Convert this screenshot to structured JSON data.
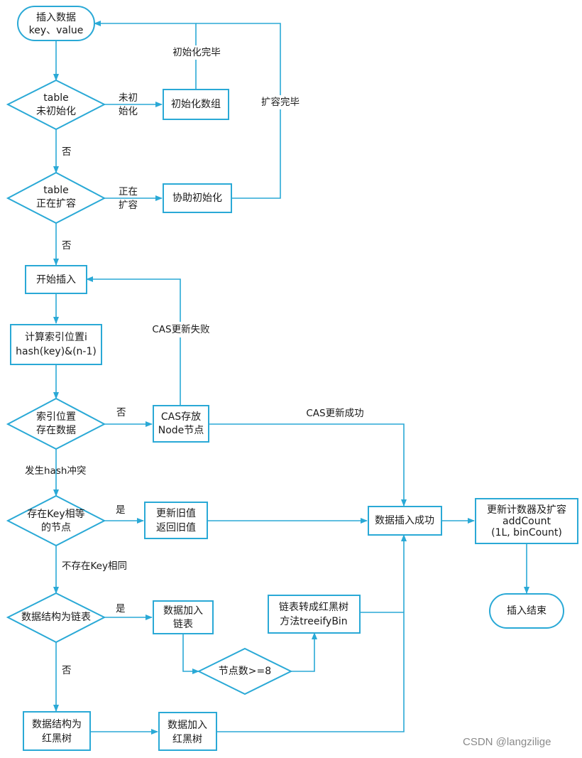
{
  "nodes": {
    "start": {
      "lines": [
        "插入数据",
        "key、value"
      ]
    },
    "check_init": {
      "lines": [
        "table",
        "未初始化"
      ]
    },
    "init_array": {
      "lines": [
        "初始化数组"
      ]
    },
    "check_resize": {
      "lines": [
        "table",
        "正在扩容"
      ]
    },
    "help_resize": {
      "lines": [
        "协助初始化"
      ]
    },
    "begin_insert": {
      "lines": [
        "开始插入"
      ]
    },
    "calc_index": {
      "lines": [
        "计算索引位置i",
        "hash(key)&(n-1)"
      ]
    },
    "check_exists": {
      "lines": [
        "索引位置",
        "存在数据"
      ]
    },
    "cas_put": {
      "lines": [
        "CAS存放",
        "Node节点"
      ]
    },
    "check_key": {
      "lines": [
        "存在Key相等",
        "的节点"
      ]
    },
    "update_old": {
      "lines": [
        "更新旧值",
        "返回旧值"
      ]
    },
    "insert_ok": {
      "lines": [
        "数据插入成功"
      ]
    },
    "update_count": {
      "lines": [
        "更新计数器及扩容",
        "addCount",
        "(1L, binCount)"
      ]
    },
    "check_list": {
      "lines": [
        "数据结构为链表"
      ]
    },
    "add_list": {
      "lines": [
        "数据加入",
        "链表"
      ]
    },
    "treeify": {
      "lines": [
        "链表转成红黑树",
        "方法treeifyBin"
      ]
    },
    "check_nodes": {
      "lines": [
        "节点数>=8"
      ]
    },
    "insert_end": {
      "lines": [
        "插入结束"
      ]
    },
    "is_rbtree": {
      "lines": [
        "数据结构为",
        "红黑树"
      ]
    },
    "add_rbtree": {
      "lines": [
        "数据加入",
        "红黑树"
      ]
    }
  },
  "edge_labels": {
    "init_done": "初始化完毕",
    "resize_done": "扩容完毕",
    "not_init": [
      "未初",
      "始化"
    ],
    "no1": "否",
    "resizing": [
      "正在",
      "扩容"
    ],
    "no2": "否",
    "cas_fail": "CAS更新失败",
    "no3": "否",
    "cas_success": "CAS更新成功",
    "hash_conflict": "发生hash冲突",
    "yes1": "是",
    "key_not_same": "不存在Key相同",
    "yes2": "是",
    "no4": "否"
  },
  "watermark": "CSDN @langzilige",
  "colors": {
    "accent": "#2aa9d6",
    "text": "#1a1a1a",
    "background": "#ffffff"
  }
}
